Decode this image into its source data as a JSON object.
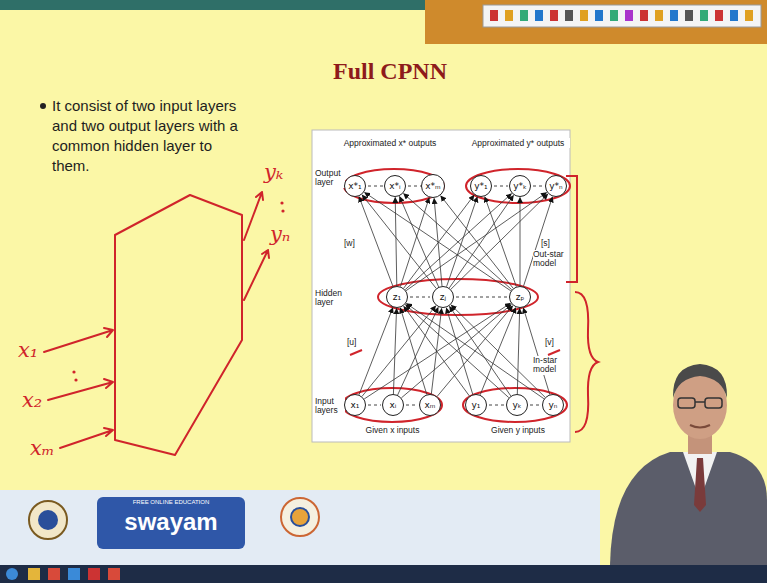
{
  "diagram": {
    "title": "Full CPNN",
    "nodes": [
      {
        "text": [
          "x*₁"
        ]
      },
      {
        "text": [
          "x*ᵢ"
        ]
      },
      {
        "text": [
          "x*ₘ"
        ]
      },
      {
        "text": [
          "y*₁"
        ]
      },
      {
        "text": [
          "y*ₖ"
        ]
      },
      {
        "text": [
          "y*ₙ"
        ]
      },
      {
        "text": [
          "z₁"
        ]
      },
      {
        "text": [
          "zⱼ"
        ]
      },
      {
        "text": [
          "zₚ"
        ]
      },
      {
        "text": [
          "x₁"
        ]
      },
      {
        "text": [
          "xᵢ"
        ]
      },
      {
        "text": [
          "xₘ"
        ]
      },
      {
        "text": [
          "y₁"
        ]
      },
      {
        "text": [
          "yₖ"
        ]
      },
      {
        "text": [
          "yₙ"
        ]
      }
    ],
    "edges": [
      {
        "from": 9,
        "to": 6,
        "arrow": "to"
      },
      {
        "from": 9,
        "to": 7,
        "arrow": "to"
      },
      {
        "from": 9,
        "to": 8,
        "arrow": "to"
      },
      {
        "from": 10,
        "to": 6,
        "arrow": "to"
      },
      {
        "from": 10,
        "to": 7,
        "arrow": "to"
      },
      {
        "from": 10,
        "to": 8,
        "arrow": "to"
      },
      {
        "from": 11,
        "to": 6,
        "arrow": "to"
      },
      {
        "from": 11,
        "to": 7,
        "arrow": "to"
      },
      {
        "from": 11,
        "to": 8,
        "arrow": "to"
      },
      {
        "from": 12,
        "to": 6,
        "arrow": "to"
      },
      {
        "from": 12,
        "to": 7,
        "arrow": "to"
      },
      {
        "from": 12,
        "to": 8,
        "arrow": "to"
      },
      {
        "from": 13,
        "to": 6,
        "arrow": "to"
      },
      {
        "from": 13,
        "to": 7,
        "arrow": "to"
      },
      {
        "from": 13,
        "to": 8,
        "arrow": "to"
      },
      {
        "from": 14,
        "to": 6,
        "arrow": "to"
      },
      {
        "from": 14,
        "to": 7,
        "arrow": "to"
      },
      {
        "from": 14,
        "to": 8,
        "arrow": "to"
      },
      {
        "from": 6,
        "to": 0,
        "arrow": "to"
      },
      {
        "from": 6,
        "to": 1,
        "arrow": "to"
      },
      {
        "from": 6,
        "to": 2,
        "arrow": "to"
      },
      {
        "from": 6,
        "to": 3,
        "arrow": "to"
      },
      {
        "from": 6,
        "to": 4,
        "arrow": "to"
      },
      {
        "from": 6,
        "to": 5,
        "arrow": "to"
      },
      {
        "from": 7,
        "to": 0,
        "arrow": "to"
      },
      {
        "from": 7,
        "to": 1,
        "arrow": "to"
      },
      {
        "from": 7,
        "to": 2,
        "arrow": "to"
      },
      {
        "from": 7,
        "to": 3,
        "arrow": "to"
      },
      {
        "from": 7,
        "to": 4,
        "arrow": "to"
      },
      {
        "from": 7,
        "to": 5,
        "arrow": "to"
      },
      {
        "from": 8,
        "to": 0,
        "arrow": "to"
      },
      {
        "from": 8,
        "to": 1,
        "arrow": "to"
      },
      {
        "from": 8,
        "to": 2,
        "arrow": "to"
      },
      {
        "from": 8,
        "to": 3,
        "arrow": "to"
      },
      {
        "from": 8,
        "to": 4,
        "arrow": "to"
      },
      {
        "from": 8,
        "to": 5,
        "arrow": "to"
      }
    ],
    "labels": [
      "It consist of two input layers and two output layers with a common hidden layer to them.",
      "Approximated x* outputs",
      "Approximated y* outputs",
      "Output layer",
      "[w]",
      "[s]",
      "Out-star model",
      "Hidden layer",
      "[u]",
      "[v]",
      "In-star model",
      "Input layers",
      "Given x inputs",
      "Given y inputs",
      "x₁",
      "x₂",
      "xₘ",
      "yₖ",
      "yₙ",
      "FREE ONLINE EDUCATION",
      "swayam"
    ]
  }
}
